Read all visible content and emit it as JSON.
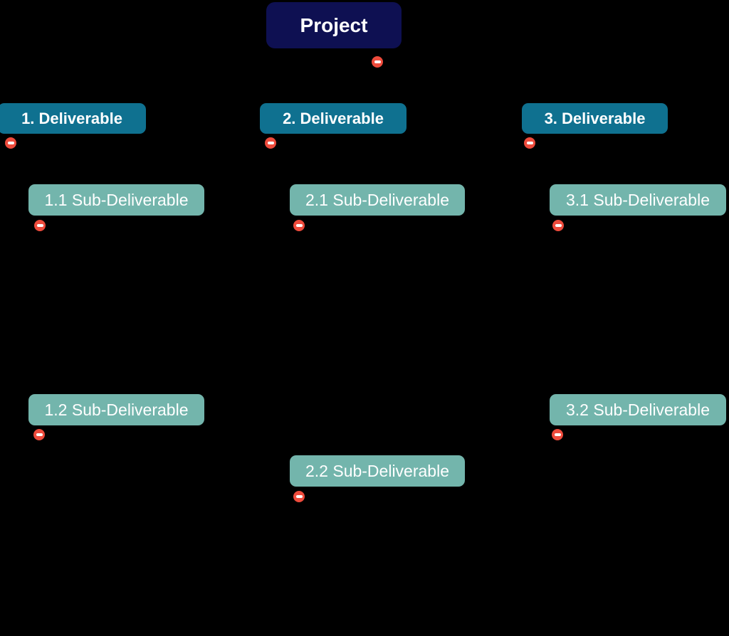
{
  "colors": {
    "background": "#000000",
    "project_box": "#0e1052",
    "deliverable_box": "#0f7190",
    "sub_deliverable_box": "#73b5ac",
    "box_text": "#ffffff",
    "collapse_icon": "#ee4b3c",
    "collapse_icon_glyph": "#ffffff"
  },
  "collapse_icon": {
    "glyph": "minus",
    "meaning": "collapse-node-toggle"
  },
  "nodes": [
    {
      "id": "project",
      "label": "Project",
      "level": 1,
      "parent": null
    },
    {
      "id": "deliverable-1",
      "label": "1. Deliverable",
      "level": 2,
      "parent": "project"
    },
    {
      "id": "deliverable-2",
      "label": "2. Deliverable",
      "level": 2,
      "parent": "project"
    },
    {
      "id": "deliverable-3",
      "label": "3. Deliverable",
      "level": 2,
      "parent": "project"
    },
    {
      "id": "sub-deliverable-1-1",
      "label": "1.1 Sub-Deliverable",
      "level": 3,
      "parent": "deliverable-1"
    },
    {
      "id": "sub-deliverable-2-1",
      "label": "2.1 Sub-Deliverable",
      "level": 3,
      "parent": "deliverable-2"
    },
    {
      "id": "sub-deliverable-3-1",
      "label": "3.1 Sub-Deliverable",
      "level": 3,
      "parent": "deliverable-3"
    },
    {
      "id": "sub-deliverable-1-2",
      "label": "1.2 Sub-Deliverable",
      "level": 3,
      "parent": "deliverable-1"
    },
    {
      "id": "sub-deliverable-2-2",
      "label": "2.2 Sub-Deliverable",
      "level": 3,
      "parent": "deliverable-2"
    },
    {
      "id": "sub-deliverable-3-2",
      "label": "3.2 Sub-Deliverable",
      "level": 3,
      "parent": "deliverable-3"
    }
  ]
}
